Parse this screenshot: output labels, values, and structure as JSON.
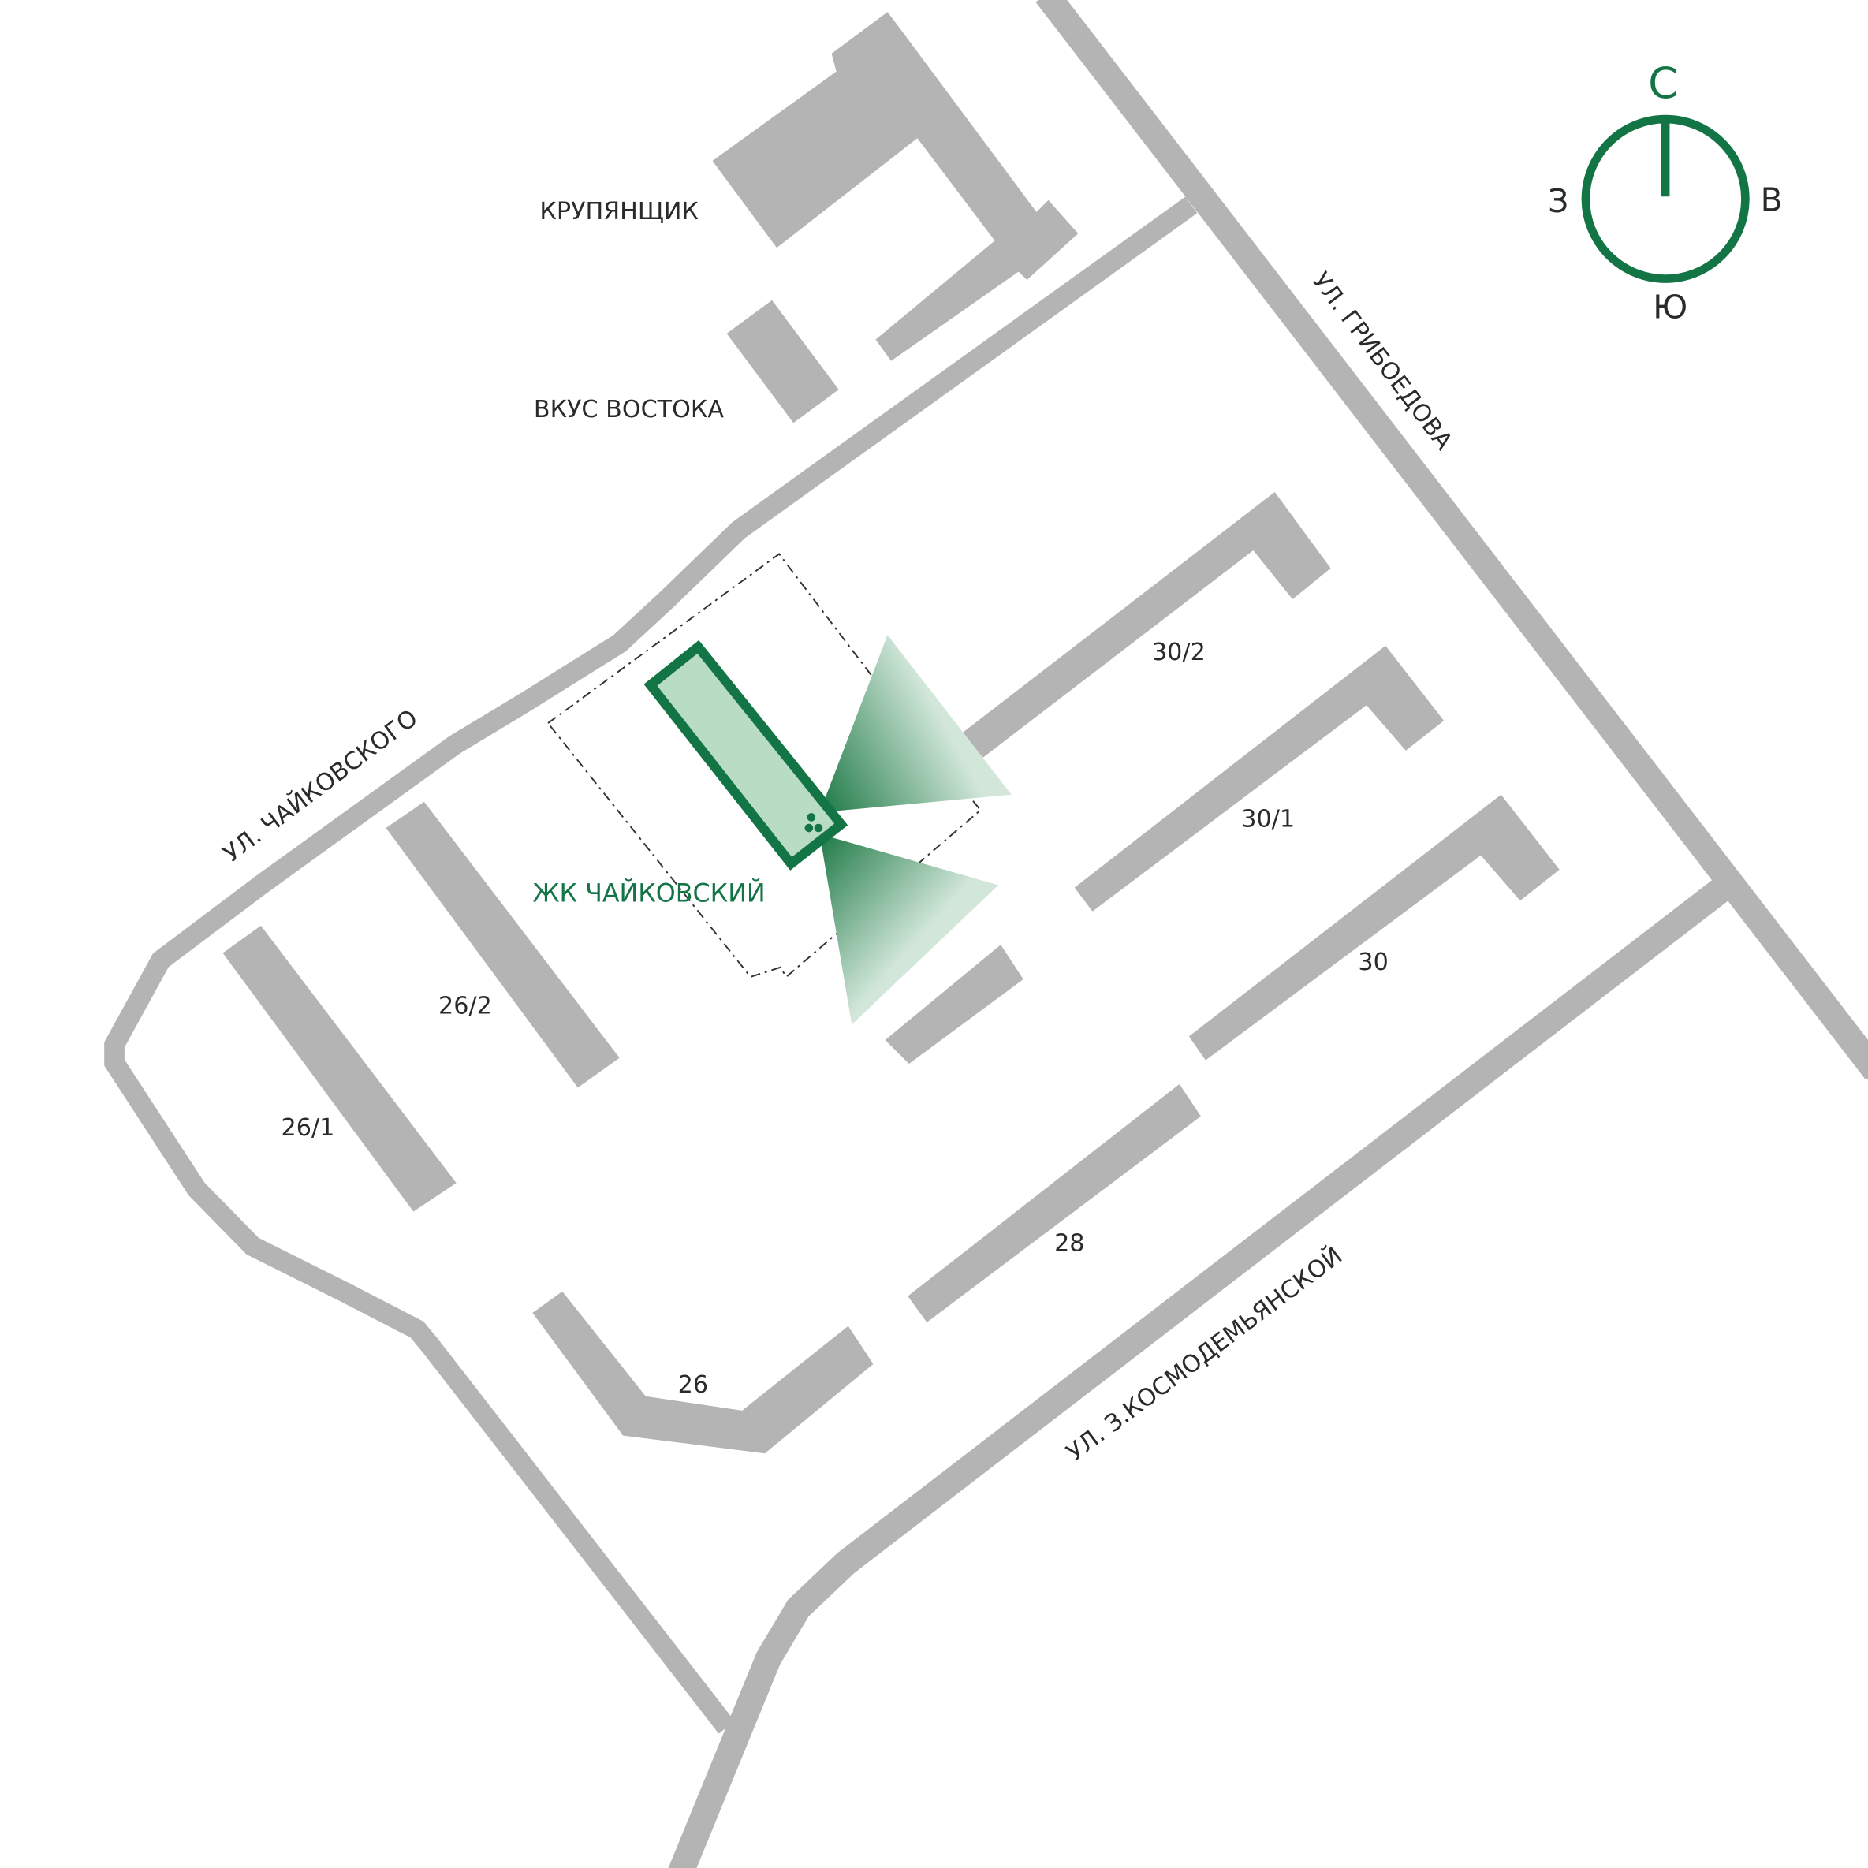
{
  "colors": {
    "road": "#b3b4b3",
    "building": "#b3b4b3",
    "accent": "#137445",
    "accent_fill": "#b8dcc4"
  },
  "streets": {
    "chaikovskogo": "УЛ. ЧАЙКОВСКОГО",
    "griboedova": "УЛ. ГРИБОЕДОВА",
    "kosmodemyanskoy": "УЛ. З.КОСМОДЕМЬЯНСКОЙ"
  },
  "places": {
    "krupyanshchik": "КРУПЯНЩИК",
    "vkus_vostoka": "ВКУС ВОСТОКА",
    "project": "ЖК ЧАЙКОВСКИЙ"
  },
  "buildings": {
    "b30_2": "30/2",
    "b30_1": "30/1",
    "b30": "30",
    "b28": "28",
    "b26": "26",
    "b26_1": "26/1",
    "b26_2": "26/2"
  },
  "compass": {
    "north": "С",
    "south": "Ю",
    "west": "З",
    "east": "В"
  }
}
